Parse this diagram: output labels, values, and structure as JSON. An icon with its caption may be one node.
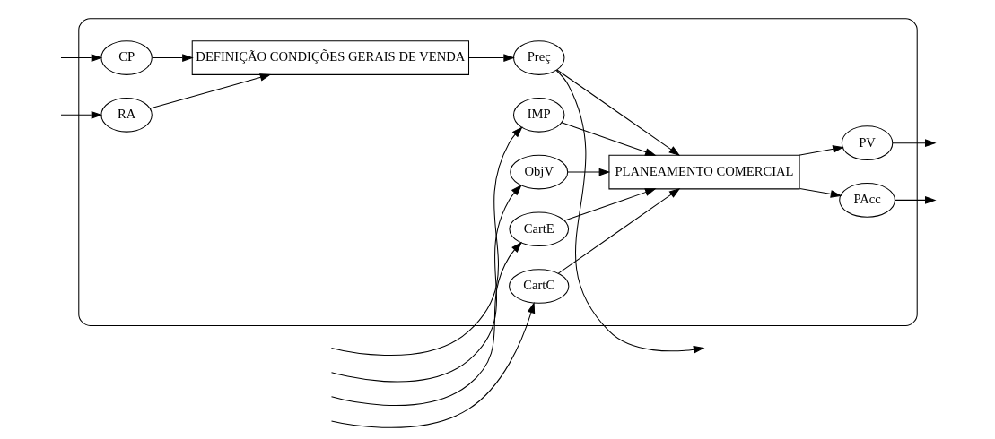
{
  "diagram": {
    "nodes": [
      {
        "text": [],
        "shape": "box"
      },
      {
        "text": [
          "CartE"
        ],
        "in": 0
      },
      {
        "text": [
          "CartC"
        ],
        "in": 0
      },
      {
        "text": [
          "IMP"
        ],
        "in": 0
      },
      {
        "text": [
          "ObjV"
        ],
        "in": 0
      },
      {
        "text": [
          "PLANEAMENTO COMERCIAL"
        ],
        "in": 0
      },
      {
        "text": [
          "PV"
        ],
        "in": 0
      },
      {
        "text": [
          "PAcc"
        ],
        "in": 0
      },
      {
        "text": [
          "Preç"
        ],
        "in": 0
      },
      {
        "text": [
          "CP"
        ],
        "in": 0
      },
      {
        "text": [
          "RA"
        ],
        "in": 0
      },
      {
        "text": [
          "DEFINIÇÃO CONDIÇÕES GERAIS DE VENDA"
        ],
        "in": 0
      }
    ],
    "edges": [
      {
        "from": null,
        "to": 1,
        "arrow": "to"
      },
      {
        "from": null,
        "to": 2,
        "arrow": "to"
      },
      {
        "from": null,
        "to": 3,
        "arrow": "to"
      },
      {
        "from": null,
        "to": 4,
        "arrow": "to"
      },
      {
        "from": 1,
        "to": 5,
        "arrow": "to"
      },
      {
        "from": 2,
        "to": 5,
        "arrow": "to"
      },
      {
        "from": 3,
        "to": 5,
        "arrow": "to"
      },
      {
        "from": 4,
        "to": 5,
        "arrow": "to"
      },
      {
        "from": 5,
        "to": 6,
        "arrow": "to"
      },
      {
        "from": 5,
        "to": 7,
        "arrow": "to"
      },
      {
        "from": 6,
        "to": null,
        "arrow": "to"
      },
      {
        "from": 7,
        "to": null,
        "arrow": "to"
      },
      {
        "from": 8,
        "to": 5,
        "arrow": "to"
      },
      {
        "from": 8,
        "to": null,
        "arrow": "to"
      },
      {
        "from": null,
        "to": 9,
        "arrow": "to"
      },
      {
        "from": null,
        "to": 10,
        "arrow": "to"
      },
      {
        "from": 9,
        "to": 11,
        "arrow": "to"
      },
      {
        "from": 10,
        "to": 11,
        "arrow": "to"
      },
      {
        "from": 11,
        "to": 8,
        "arrow": "to"
      }
    ]
  }
}
